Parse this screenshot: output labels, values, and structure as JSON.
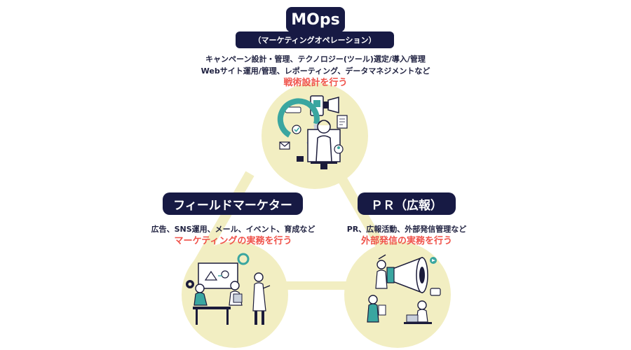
{
  "colors": {
    "navy": "#171a44",
    "accent": "#f0524a",
    "cream": "#f2eec2",
    "teal": "#3aa6a0",
    "text": "#1f2140"
  },
  "mops": {
    "title": "MOps",
    "subtitle": "（マーケティングオペレーション）",
    "desc_line1": "キャンペーン設計・管理、テクノロジー(ツール)選定/導入/管理",
    "desc_line2": "Webサイト運用/管理、レポーティング、データマネジメントなど",
    "accent": "戦術設計を行う",
    "illustration": "analytics-person-illustration"
  },
  "field": {
    "title": "フィールドマーケター",
    "desc": "広告、SNS運用、メール、イベント、育成など",
    "accent": "マーケティングの実務を行う",
    "illustration": "team-meeting-illustration"
  },
  "pr": {
    "title": "ＰＲ（広報）",
    "desc": "PR、広報活動、外部発信管理など",
    "accent": "外部発信の実務を行う",
    "illustration": "megaphone-illustration"
  }
}
